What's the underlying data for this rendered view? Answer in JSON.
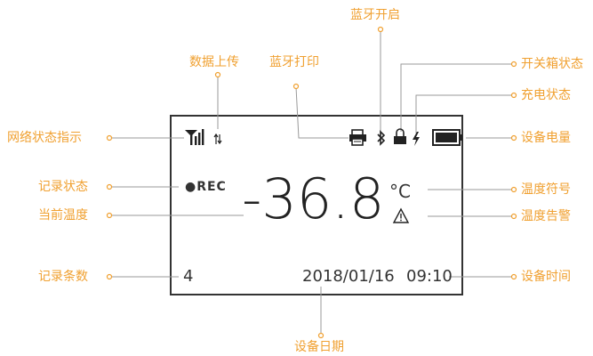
{
  "callouts": {
    "network": "网络状态指示",
    "data_upload": "数据上传",
    "bt_print": "蓝牙打印",
    "bt_on": "蓝牙开启",
    "box_switch": "开关箱状态",
    "charging": "充电状态",
    "battery": "设备电量",
    "rec_status": "记录状态",
    "current_temp": "当前温度",
    "temp_unit": "温度符号",
    "temp_alarm": "温度告警",
    "rec_count": "记录条数",
    "device_time": "设备时间",
    "device_date": "设备日期"
  },
  "lcd": {
    "rec": "●REC",
    "temperature": "-36.8",
    "unit": "°C",
    "count": "4",
    "date": "2018/01/16",
    "time": "09:10"
  },
  "colors": {
    "callout": "#f0a030",
    "line": "#999999",
    "frame": "#333333"
  },
  "icons": [
    "signal-icon",
    "upload-arrows-icon",
    "printer-icon",
    "bluetooth-icon",
    "lock-icon",
    "lightning-icon",
    "battery-icon",
    "warning-icon"
  ]
}
